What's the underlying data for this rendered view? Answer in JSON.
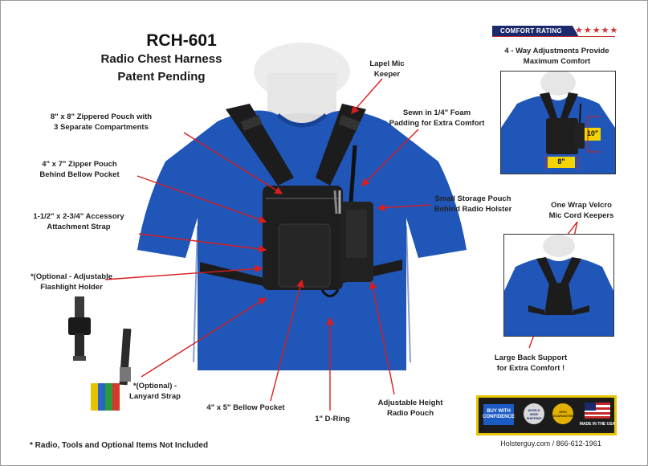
{
  "header": {
    "model": "RCH-601",
    "product": "Radio Chest Harness",
    "patent": "Patent Pending"
  },
  "comfort": {
    "label": "COMFORT RATING",
    "stars": "★★★★★",
    "caption": "4 - Way Adjustments Provide\nMaximum Comfort",
    "dim_side": "10\"",
    "dim_bottom": "8\""
  },
  "callouts": {
    "lapel": "Lapel Mic\nKeeper",
    "foam": "Sewn in 1/4\" Foam\nPadding for Extra Comfort",
    "zip8": "8\" x 8\" Zippered Pouch with\n3 Separate  Compartments",
    "zip4": "4\" x 7\" Zipper Pouch\nBehind Bellow Pocket",
    "storage": "Small Storage Pouch\nBehind Radio Holster",
    "strap": "1-1/2\" x 2-3/4\" Accessory\nAttachment  Strap",
    "flashlight": "*(Optional - Adjustable\nFlashlight Holder",
    "lanyard": "*(Optional) -\nLanyard Strap",
    "bellow": "4\" x 5\" Bellow Pocket",
    "dring": "1\" D-Ring",
    "height": "Adjustable Height\nRadio  Pouch",
    "velcro": "One Wrap Velcro\nMic Cord Keepers",
    "back": "Large Back Support\nfor Extra Comfort !"
  },
  "footer": {
    "disclaimer": "* Radio, Tools and Optional Items Not Included",
    "contact": "Holsterguy.com / 866-612-1961"
  },
  "badges": {
    "buy": "BUY WITH CONFIDENCE",
    "ship": "WORLD WIDE SHIPPING",
    "guarantee": "100% GUARANTEE",
    "usa": "MADE IN THE USA"
  },
  "colors": {
    "shirt": "#1f56b8",
    "pouch": "#1c1c1c",
    "arrow": "#d81e1e",
    "mannequin": "#e9e9e9",
    "badge_navy": "#1a2a6c",
    "badge_red": "#c62828",
    "logo_border": "#e8c400"
  }
}
